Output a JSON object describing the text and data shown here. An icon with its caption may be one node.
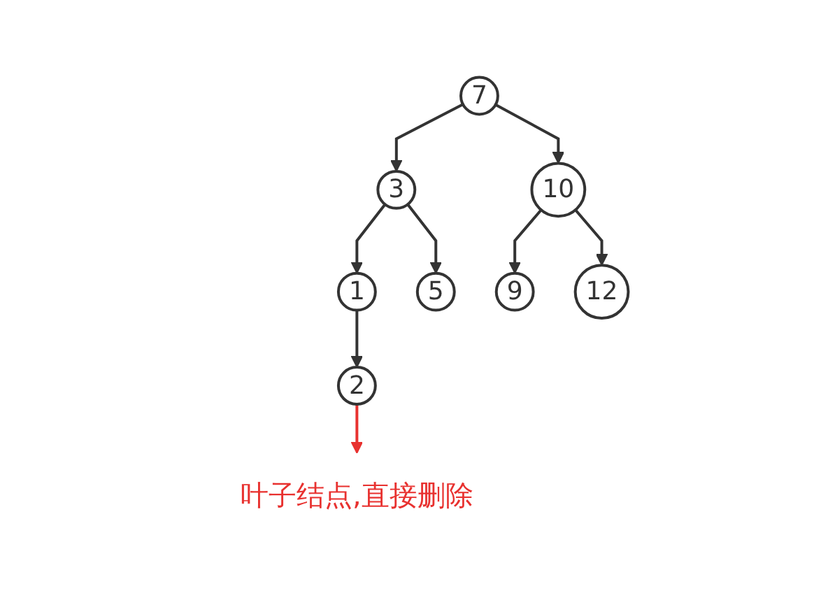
{
  "diagram": {
    "nodes": [
      {
        "text": [
          "7"
        ]
      },
      {
        "text": [
          "3"
        ]
      },
      {
        "text": [
          "10"
        ]
      },
      {
        "text": [
          "1"
        ]
      },
      {
        "text": [
          "5"
        ]
      },
      {
        "text": [
          "9"
        ]
      },
      {
        "text": [
          "12"
        ]
      },
      {
        "text": [
          "2"
        ]
      },
      {
        "text": [
          "叶子结点,直接删除"
        ]
      }
    ],
    "edges": [
      {
        "from": 0,
        "to": 1,
        "arrow": "to"
      },
      {
        "from": 0,
        "to": 2,
        "arrow": "to"
      },
      {
        "from": 1,
        "to": 3,
        "arrow": "to"
      },
      {
        "from": 1,
        "to": 4,
        "arrow": "to"
      },
      {
        "from": 2,
        "to": 5,
        "arrow": "to"
      },
      {
        "from": 2,
        "to": 6,
        "arrow": "to"
      },
      {
        "from": 3,
        "to": 7,
        "arrow": "to"
      },
      {
        "from": 7,
        "to": 8,
        "arrow": "to",
        "color": "#e8312f"
      }
    ]
  }
}
